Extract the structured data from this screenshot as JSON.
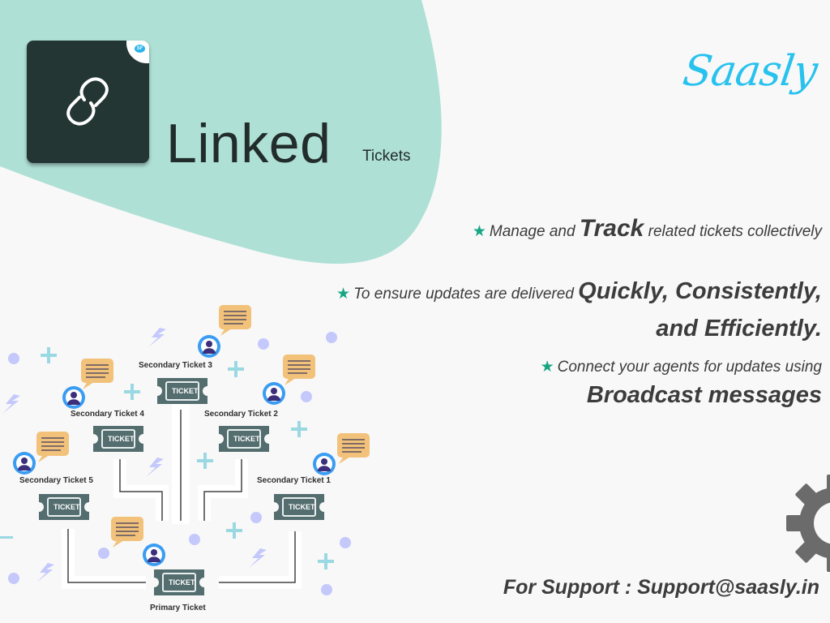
{
  "app": {
    "title": "Linked",
    "subtitle": "Tickets",
    "tile_badge": "SF",
    "brand": "Saasly"
  },
  "colors": {
    "blob": "#aee0d5",
    "tile": "#233634",
    "brand": "#27c2ee",
    "star": "#17a683",
    "ticket": "#546d6f",
    "bubble": "#f2c27a",
    "avatar_ring": "#3a9cf2",
    "avatar_body": "#3b2e7b",
    "decor_circle": "#c4c8fb",
    "decor_plus": "#9ad8e2",
    "gear": "#6b6b6b"
  },
  "features": [
    {
      "icon": "star-icon",
      "prefix": "Manage and",
      "emphasis": "Track",
      "suffix": "related tickets collectively"
    },
    {
      "icon": "star-icon",
      "prefix": "To ensure updates are delivered",
      "emphasis": "Quickly, Consistently,",
      "emphasis_line2": "and Efficiently."
    },
    {
      "icon": "star-icon",
      "prefix": "Connect your agents for updates using",
      "emphasis": "Broadcast messages"
    }
  ],
  "support": "For Support : Support@saasly.in",
  "diagram": {
    "ticket_text": "TICKET",
    "nodes": [
      {
        "label": "Secondary Ticket 3"
      },
      {
        "label": "Secondary Ticket 4"
      },
      {
        "label": "Secondary Ticket 2"
      },
      {
        "label": "Secondary Ticket 5"
      },
      {
        "label": "Secondary Ticket 1"
      },
      {
        "label": "Primary Ticket"
      }
    ]
  }
}
